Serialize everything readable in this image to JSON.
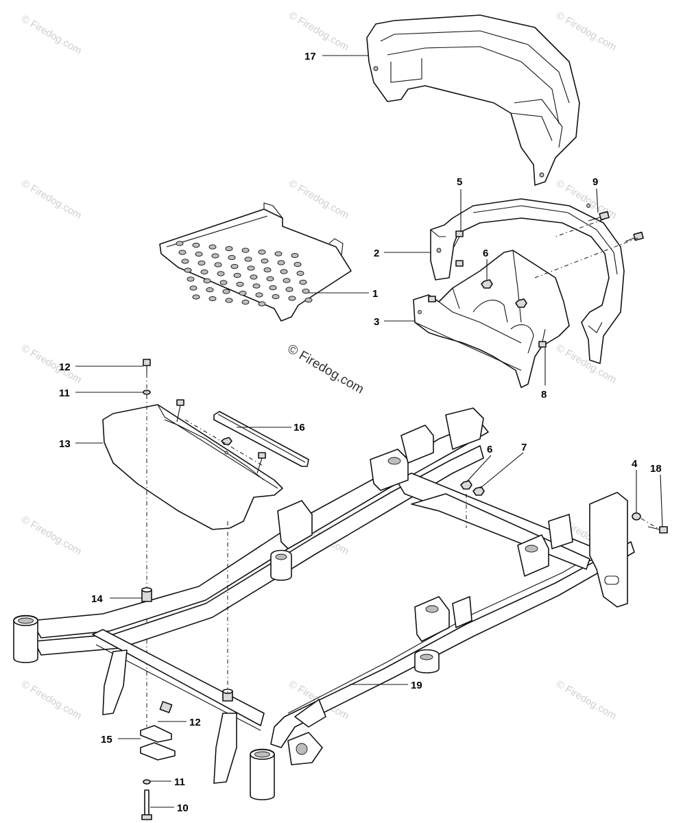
{
  "watermark": {
    "small_text": "© Firedog.com",
    "center_text": "© Firedog.com"
  },
  "callouts": [
    {
      "id": "c17",
      "label": "17"
    },
    {
      "id": "c5",
      "label": "5"
    },
    {
      "id": "c9",
      "label": "9"
    },
    {
      "id": "c2",
      "label": "2"
    },
    {
      "id": "c6a",
      "label": "6"
    },
    {
      "id": "c1",
      "label": "1"
    },
    {
      "id": "c3",
      "label": "3"
    },
    {
      "id": "c8",
      "label": "8"
    },
    {
      "id": "c12a",
      "label": "12"
    },
    {
      "id": "c11a",
      "label": "11"
    },
    {
      "id": "c16",
      "label": "16"
    },
    {
      "id": "c13",
      "label": "13"
    },
    {
      "id": "c6b",
      "label": "6"
    },
    {
      "id": "c7",
      "label": "7"
    },
    {
      "id": "c4",
      "label": "4"
    },
    {
      "id": "c18",
      "label": "18"
    },
    {
      "id": "c14",
      "label": "14"
    },
    {
      "id": "c19",
      "label": "19"
    },
    {
      "id": "c12b",
      "label": "12"
    },
    {
      "id": "c15",
      "label": "15"
    },
    {
      "id": "c11b",
      "label": "11"
    },
    {
      "id": "c10",
      "label": "10"
    }
  ]
}
